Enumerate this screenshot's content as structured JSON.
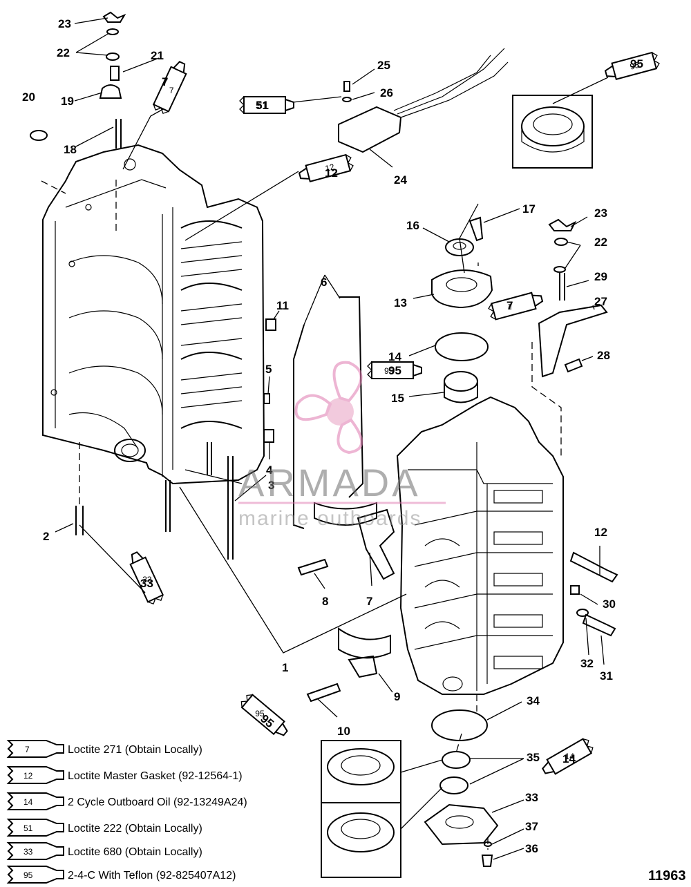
{
  "figure_number": "11963",
  "watermark": {
    "title": "ARMADA",
    "subtitle": "marine outboards"
  },
  "legend": [
    {
      "code": "7",
      "text": "Loctite 271 (Obtain Locally)"
    },
    {
      "code": "12",
      "text": "Loctite Master Gasket (92-12564-1)"
    },
    {
      "code": "14",
      "text": "2 Cycle Outboard Oil (92-13249A24)"
    },
    {
      "code": "51",
      "text": "Loctite 222  (Obtain Locally)"
    },
    {
      "code": "33",
      "text": "Loctite 680 (Obtain Locally)"
    },
    {
      "code": "95",
      "text": "2-4-C  With Teflon (92-825407A12)"
    }
  ],
  "callouts": [
    "23",
    "22",
    "21",
    "20",
    "19",
    "18",
    "7",
    "25",
    "26",
    "51",
    "95",
    "24",
    "12",
    "17",
    "16",
    "23",
    "22",
    "29",
    "13",
    "7",
    "27",
    "6",
    "11",
    "14",
    "95",
    "28",
    "15",
    "5",
    "4",
    "3",
    "2",
    "33",
    "12",
    "8",
    "7",
    "30",
    "32",
    "31",
    "1",
    "9",
    "10",
    "34",
    "95",
    "35",
    "14",
    "33",
    "37",
    "36"
  ],
  "tube_labels": [
    "7",
    "12",
    "51",
    "95",
    "7",
    "95",
    "33",
    "95",
    "14"
  ]
}
